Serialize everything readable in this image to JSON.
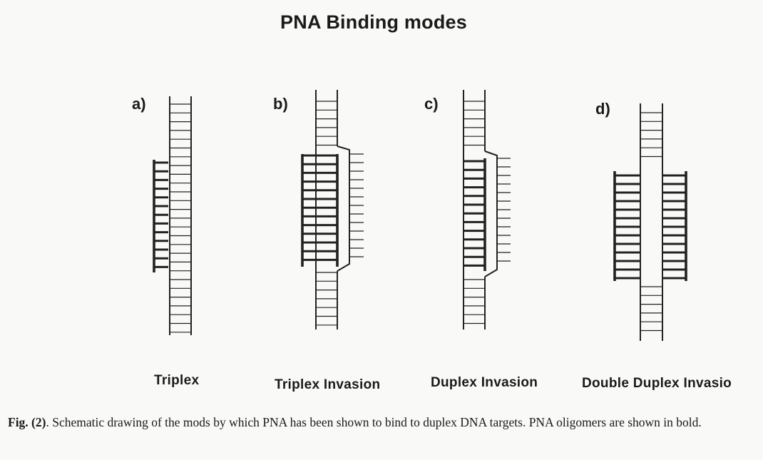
{
  "title": "PNA Binding modes",
  "panels": [
    {
      "id": "a",
      "letter": "a)",
      "mode": "Triplex"
    },
    {
      "id": "b",
      "letter": "b)",
      "mode": "Triplex Invasion"
    },
    {
      "id": "c",
      "letter": "c)",
      "mode": "Duplex Invasion"
    },
    {
      "id": "d",
      "letter": "d)",
      "mode": "Double Duplex Invasio"
    }
  ],
  "caption": {
    "figure_ref": "Fig. (2)",
    "text": ". Schematic drawing of the mods by which PNA has been shown to bind to duplex DNA targets. PNA oligomers are shown in bold."
  }
}
